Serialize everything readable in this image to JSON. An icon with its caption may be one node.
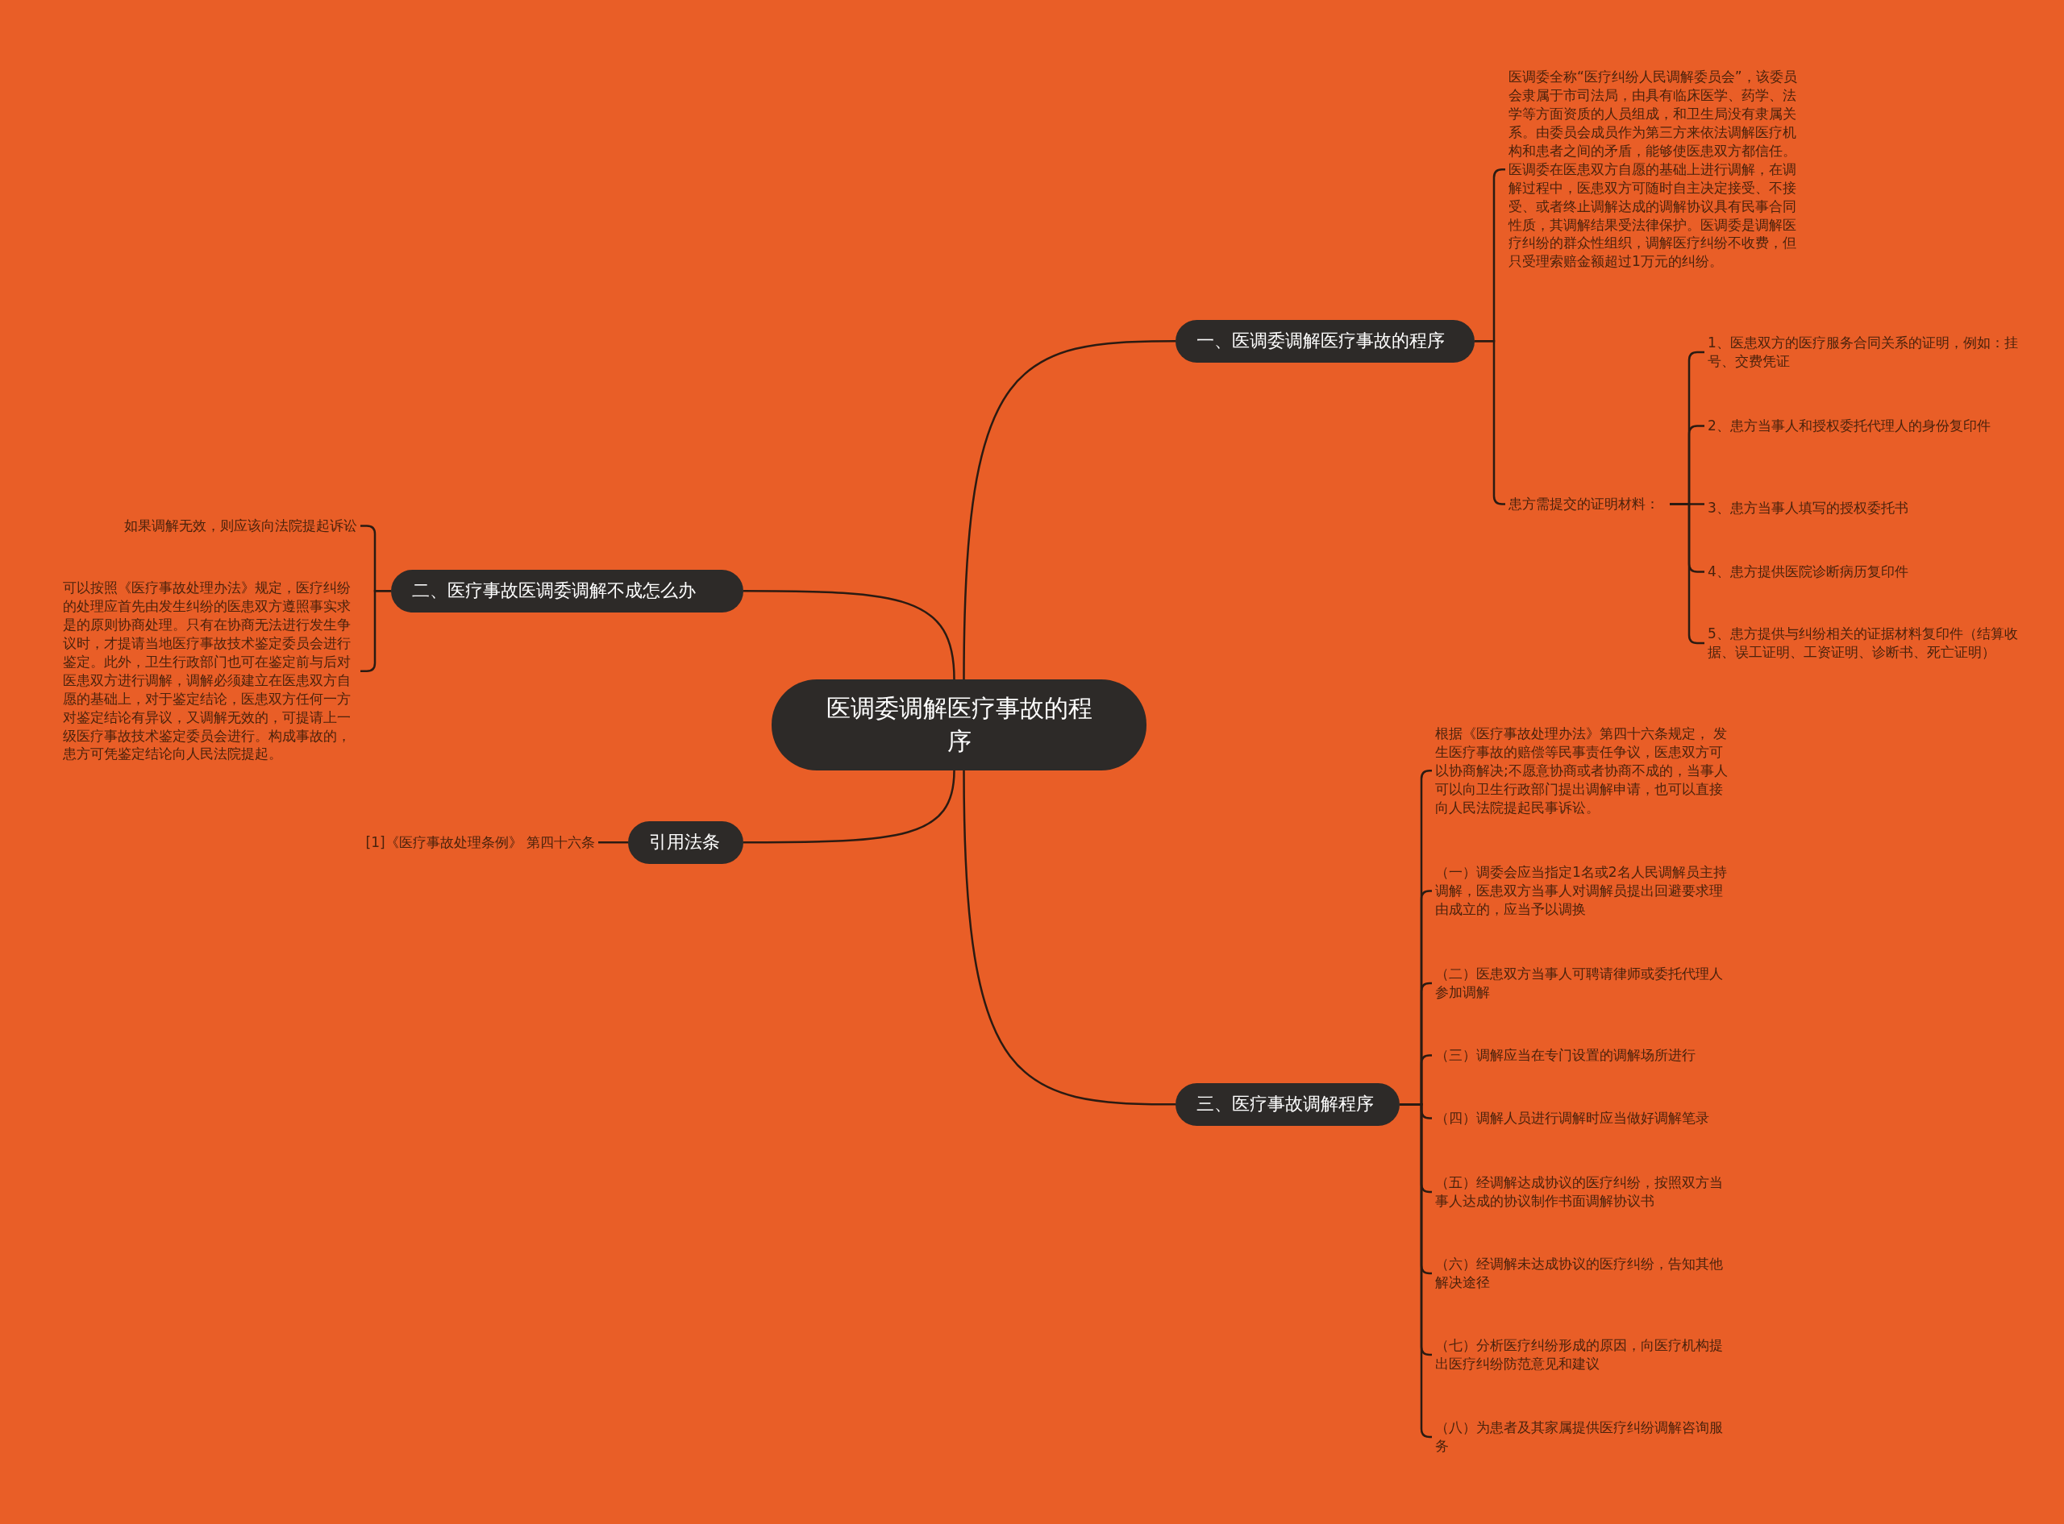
{
  "diagram": {
    "nodes": [
      {
        "text": [
          "医调委调解医疗事故的程序"
        ]
      },
      {
        "text": [
          "一、医调委调解医疗事故的程序"
        ]
      },
      {
        "text": [
          "医调委全称“医疗纠纷人民调解委员会”，该委员会隶属于市司法局，由具有临床医学、药学、法学等方面资质的人员组成，和卫生局没有隶属关系。由委员会成员作为第三方来依法调解医疗机构和患者之间的矛盾，能够使医患双方都信任。医调委在医患双方自愿的基础上进行调解，在调解过程中，医患双方可随时自主决定接受、不接受、或者终止调解达成的调解协议具有民事合同性质，其调解结果受法律保护。医调委是调解医疗纠纷的群众性组织，调解医疗纠纷不收费，但只受理索赔金额超过1万元的纠纷。"
        ]
      },
      {
        "text": [
          "患方需提交的证明材料："
        ]
      },
      {
        "text": [
          "1、医患双方的医疗服务合同关系的证明，例如：挂号、交费凭证"
        ]
      },
      {
        "text": [
          "2、患方当事人和授权委托代理人的身份复印件"
        ]
      },
      {
        "text": [
          "3、患方当事人填写的授权委托书"
        ]
      },
      {
        "text": [
          "4、患方提供医院诊断病历复印件"
        ]
      },
      {
        "text": [
          "5、患方提供与纠纷相关的证据材料复印件（结算收据、误工证明、工资证明、诊断书、死亡证明）"
        ]
      },
      {
        "text": [
          "二、医疗事故医调委调解不成怎么办"
        ]
      },
      {
        "text": [
          "如果调解无效，则应该向法院提起诉讼"
        ]
      },
      {
        "text": [
          "可以按照《医疗事故处理办法》规定，医疗纠纷的处理应首先由发生纠纷的医患双方遵照事实求是的原则协商处理。只有在协商无法进行发生争议时，才提请当地医疗事故技术鉴定委员会进行鉴定。此外，卫生行政部门也可在鉴定前与后对医患双方进行调解，调解必须建立在医患双方自愿的基础上，对于鉴定结论，医患双方任何一方对鉴定结论有异议，又调解无效的，可提请上一级医疗事故技术鉴定委员会进行。构成事故的，患方可凭鉴定结论向人民法院提起。"
        ]
      },
      {
        "text": [
          "引用法条"
        ]
      },
      {
        "text": [
          "[1]《医疗事故处理条例》 第四十六条"
        ]
      },
      {
        "text": [
          "三、医疗事故调解程序"
        ]
      },
      {
        "text": [
          "根据《医疗事故处理办法》第四十六条规定， 发生医疗事故的赔偿等民事责任争议，医患双方可以协商解决;不愿意协商或者协商不成的，当事人可以向卫生行政部门提出调解申请，也可以直接向人民法院提起民事诉讼。"
        ]
      },
      {
        "text": [
          "（一）调委会应当指定1名或2名人民调解员主持调解，医患双方当事人对调解员提出回避要求理由成立的，应当予以调换"
        ]
      },
      {
        "text": [
          "（二）医患双方当事人可聘请律师或委托代理人参加调解"
        ]
      },
      {
        "text": [
          "（三）调解应当在专门设置的调解场所进行"
        ]
      },
      {
        "text": [
          "（四）调解人员进行调解时应当做好调解笔录"
        ]
      },
      {
        "text": [
          "（五）经调解达成协议的医疗纠纷，按照双方当事人达成的协议制作书面调解协议书"
        ]
      },
      {
        "text": [
          "（六）经调解未达成协议的医疗纠纷，告知其他解决途径"
        ]
      },
      {
        "text": [
          "（七）分析医疗纠纷形成的原因，向医疗机构提出医疗纠纷防范意见和建议"
        ]
      },
      {
        "text": [
          "（八）为患者及其家属提供医疗纠纷调解咨询服务"
        ]
      }
    ],
    "edges": [
      {
        "from": 0,
        "to": 1,
        "arrow": "none"
      },
      {
        "from": 1,
        "to": 2,
        "arrow": "none"
      },
      {
        "from": 1,
        "to": 3,
        "arrow": "none"
      },
      {
        "from": 3,
        "to": 4,
        "arrow": "none"
      },
      {
        "from": 3,
        "to": 5,
        "arrow": "none"
      },
      {
        "from": 3,
        "to": 6,
        "arrow": "none"
      },
      {
        "from": 3,
        "to": 7,
        "arrow": "none"
      },
      {
        "from": 3,
        "to": 8,
        "arrow": "none"
      },
      {
        "from": 0,
        "to": 9,
        "arrow": "none"
      },
      {
        "from": 9,
        "to": 10,
        "arrow": "none"
      },
      {
        "from": 9,
        "to": 11,
        "arrow": "none"
      },
      {
        "from": 0,
        "to": 12,
        "arrow": "none"
      },
      {
        "from": 12,
        "to": 13,
        "arrow": "none"
      },
      {
        "from": 0,
        "to": 14,
        "arrow": "none"
      },
      {
        "from": 14,
        "to": 15,
        "arrow": "none"
      },
      {
        "from": 14,
        "to": 16,
        "arrow": "none"
      },
      {
        "from": 14,
        "to": 17,
        "arrow": "none"
      },
      {
        "from": 14,
        "to": 18,
        "arrow": "none"
      },
      {
        "from": 14,
        "to": 19,
        "arrow": "none"
      },
      {
        "from": 14,
        "to": 20,
        "arrow": "none"
      },
      {
        "from": 14,
        "to": 21,
        "arrow": "none"
      },
      {
        "from": 14,
        "to": 22,
        "arrow": "none"
      },
      {
        "from": 14,
        "to": 23,
        "arrow": "none"
      }
    ]
  }
}
